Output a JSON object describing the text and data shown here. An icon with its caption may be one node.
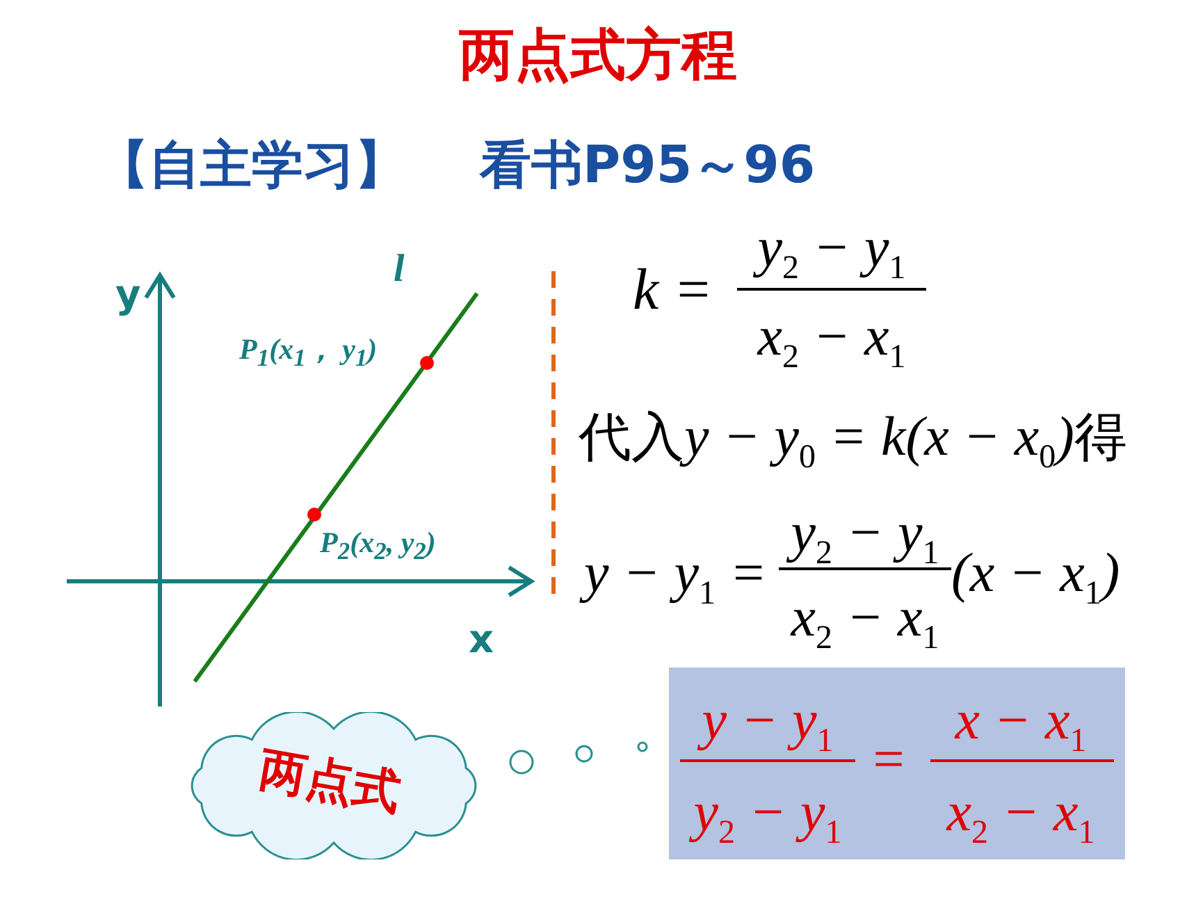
{
  "diagram": {
    "title": "两点式方程",
    "nodes": [
      {
        "text": [
          "两点式"
        ]
      },
      {
        "text": [
          "y − y$_{1}$",
          "y$_{2}$ − y$_{1}$",
          "=",
          "x − x$_{1}$",
          "x$_{2}$ − x$_{1}$"
        ]
      }
    ],
    "labels": [
      "【自主学习】",
      "看书P95～96",
      "y",
      "l",
      "P$_{1}$(x$_{1}$， y$_{1}$)",
      "P$_{2}$(x$_{2}$, y$_{2}$)",
      "x",
      "k =",
      "y$_{2}$ − y$_{1}$",
      "x$_{2}$ − x$_{1}$",
      "代入",
      "y − y$_{0}$ = k(x − x$_{0}$)",
      "得",
      "y − y$_{1}$ =",
      "y$_{2}$ − y$_{1}$",
      "x$_{2}$ − x$_{1}$",
      "(x − x$_{1}$)"
    ]
  }
}
